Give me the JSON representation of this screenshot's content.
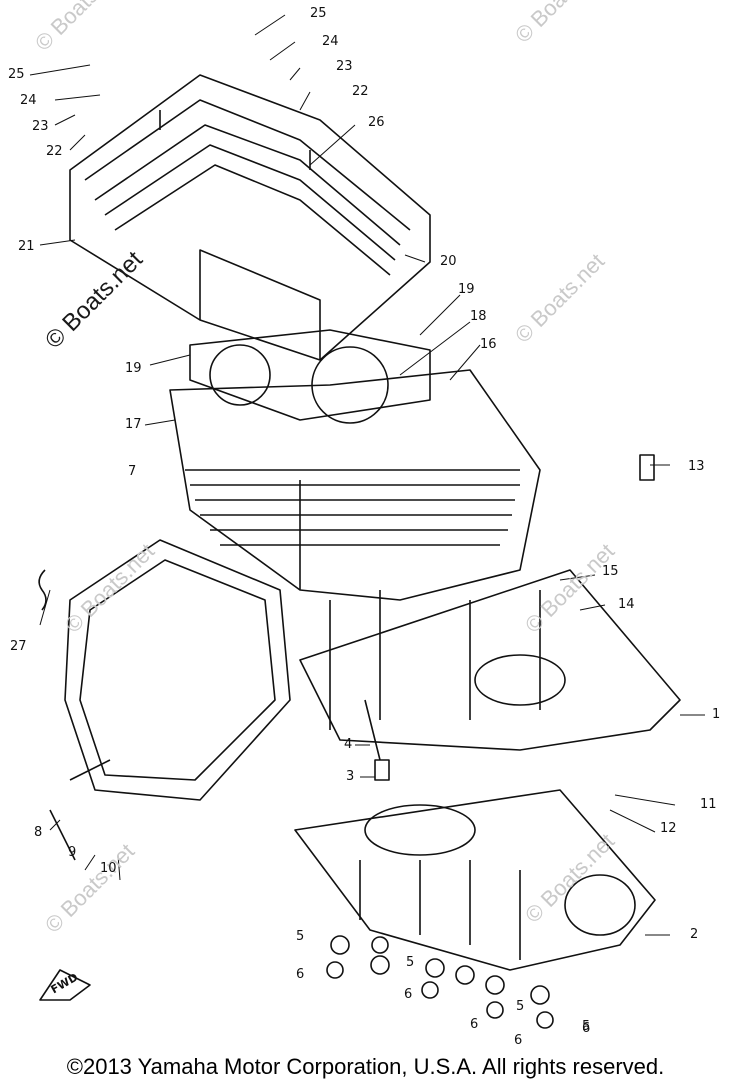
{
  "watermark": "© Boats.net",
  "footer": "©2013 Yamaha Motor Corporation, U.S.A. All rights reserved.",
  "fwd_badge": "FWD",
  "callouts": [
    "25",
    "24",
    "23",
    "22",
    "26",
    "25",
    "24",
    "23",
    "22",
    "21",
    "20",
    "19",
    "18",
    "16",
    "19",
    "17",
    "13",
    "7",
    "15",
    "14",
    "27",
    "1",
    "4",
    "3",
    "11",
    "12",
    "8",
    "9",
    "10",
    "2",
    "5",
    "5",
    "5",
    "5",
    "6",
    "6",
    "6",
    "6",
    "6"
  ]
}
